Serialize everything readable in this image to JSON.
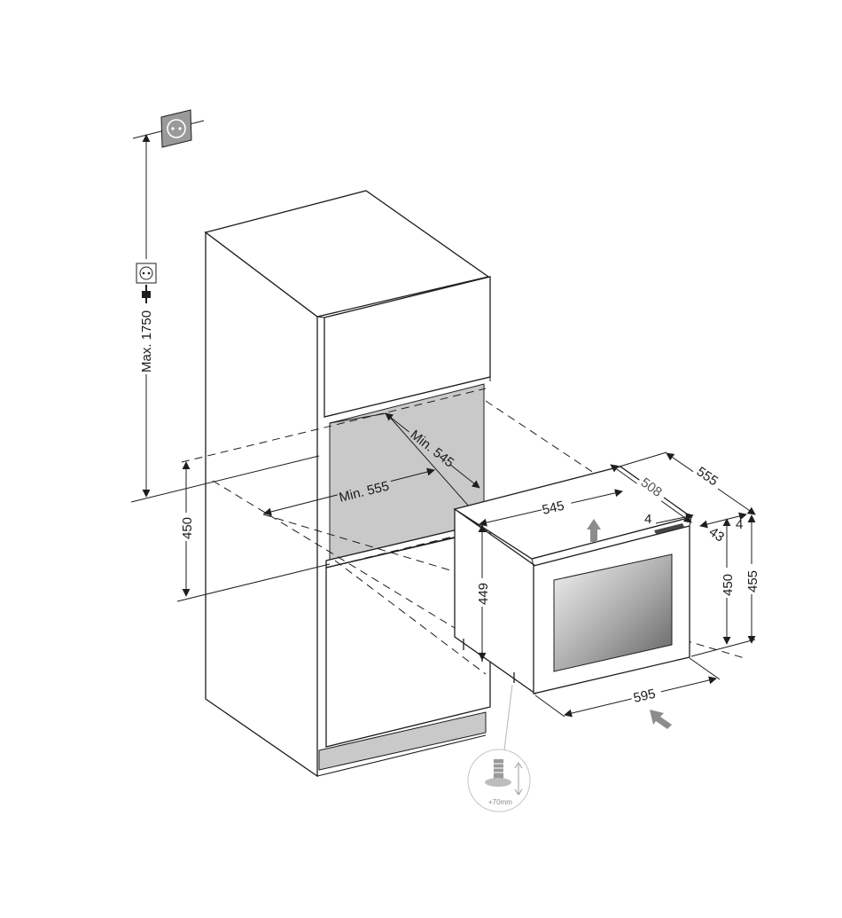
{
  "diagram": {
    "socket_height_label": "Max. 1750",
    "niche_height_label": "450",
    "niche_depth_min_label": "Min. 545",
    "niche_width_min_label": "Min. 555",
    "appliance_width_label": "545",
    "appliance_depth_label": "508",
    "overall_depth_label": "555",
    "gap_label_a": "4",
    "gap_label_b": "4",
    "door_depth_label": "43",
    "body_height_label": "449",
    "niche_right_height_label": "450",
    "overall_height_label": "455",
    "front_width_label": "595",
    "foot_adjust_label": "+70mm"
  },
  "colors": {
    "line": "#1e1e1e",
    "niche_fill": "#c9c9c9",
    "arrow_fill": "#8c8c8c",
    "socket_fill": "#9a9a9a"
  },
  "icons": [
    "wall-socket-icon",
    "plug-icon",
    "airflow-arrow-icon",
    "adjustable-foot-icon"
  ]
}
